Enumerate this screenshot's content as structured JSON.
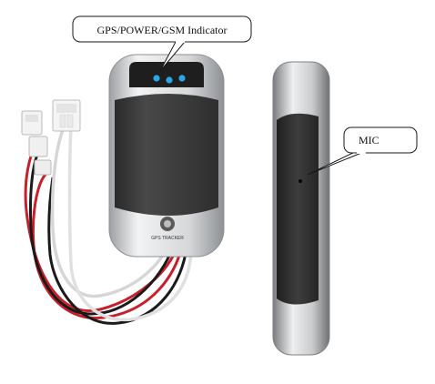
{
  "callouts": {
    "indicator_label": "GPS/POWER/GSM Indicator",
    "mic_label": "MIC"
  },
  "device": {
    "logo_text": "GPS TRACKER"
  },
  "colors": {
    "led": "#2aa7e8",
    "body": "#3a3a3a",
    "shell": "#d9dadb",
    "wire_red": "#c8202a",
    "wire_black": "#1a1a1a",
    "wire_white": "#e6e6e6"
  }
}
